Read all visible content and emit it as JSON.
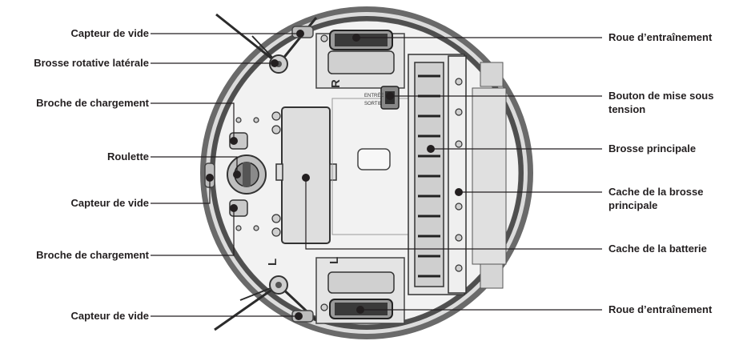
{
  "diagram": {
    "labels_left": [
      "Capteur de vide",
      "Brosse rotative latérale",
      "Broche de chargement",
      "Roulette",
      "Capteur de vide",
      "Broche de chargement",
      "Capteur de vide"
    ],
    "labels_right": [
      "Roue d’entraînement",
      "Bouton de mise sous tension",
      "Brosse principale",
      "Cache de la brosse principale",
      "Cache de la batterie",
      "Roue d’entraînement"
    ],
    "switch_marks": [
      "ENTRÉE",
      "SORTIE"
    ],
    "wheel_marks": [
      "R",
      "L",
      "L"
    ],
    "colors": {
      "text": "#231f20",
      "body_fill": "#f1f1f1",
      "rim_dark": "#4d4d4d",
      "rim_light": "#d9d9d9",
      "parts": "#cfcfcf",
      "line": "#231f20"
    }
  }
}
